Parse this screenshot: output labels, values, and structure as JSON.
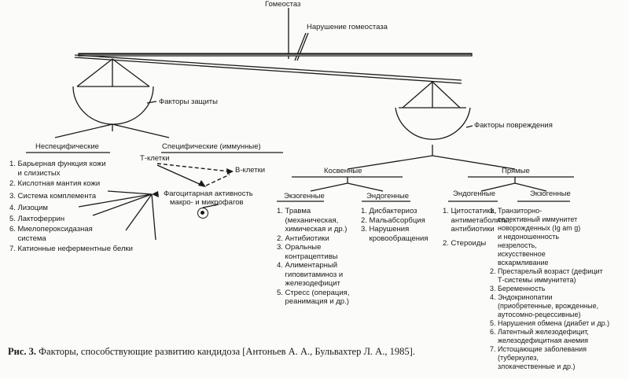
{
  "top": {
    "homeostasis": "Гомеостаз",
    "homeostasis_disruption": "Нарушение гомеостаза"
  },
  "left_pan": {
    "label": "Факторы защиты",
    "nonspecific_header": "Неспецифические",
    "specific_header": "Специфические (иммунные)",
    "nonspecific_items": [
      "1. Барьерная функция кожи\n    и слизистых",
      "2. Кислотная мантия кожи",
      "3. Система комплемента",
      "4. Лизоцим",
      "5. Лактоферрин",
      "6. Миелопероксидазная\n    система",
      "7. Катионные неферментные белки"
    ],
    "t_cells": "Т-клетки",
    "b_cells": "В-клетки",
    "phagocytic_line1": "Фагоцитарная активность",
    "phagocytic_line2": "макро-   и микрофагов"
  },
  "right_pan": {
    "label": "Факторы повреждения",
    "indirect_header": "Косвенные",
    "direct_header": "Прямые",
    "indirect_exogenous_header": "Экзогенные",
    "indirect_endogenous_header": "Эндогенные",
    "direct_endogenous_header": "Эндогенные",
    "direct_exogenous_header": "Экзогенные",
    "indirect_exogenous_items": [
      "1. Травма\n    (механическая,\n    химическая и др.)",
      "2. Антибиотики",
      "3. Оральные\n    контрацептивы",
      "4. Алиментарный\n    гиповитаминоз и\n    железодефицит",
      "5. Стресс (операция,\n    реанимация и др.)"
    ],
    "indirect_endogenous_items": [
      "1. Дисбактериоз",
      "2. Мальабсорбция",
      "3. Нарушения\n    кровообращения"
    ],
    "direct_endogenous_items": [
      "1. Цитостатики,\n    антиметаболиты,\n    антибиотики",
      "2. Стероиды"
    ],
    "direct_exogenous_items": [
      "1. Транзиторно-\n    селективный иммунитет\n    новорожденных (Ig am g)\n    и недоношенность\n    незрелость,\n    искусственное\n    вскармливание",
      "2. Престарелый возраст (дефицит\n    Т-системы иммунитета)",
      "3. Беременность",
      "4. Эндокринопатии\n    (приобретенные, врожденные,\n    аутосомно-рецессивные)",
      "5. Нарушения обмена (диабет и др.)",
      "6. Латентный железодефицит,\n    железодефицитная анемия",
      "7. Истощающие заболевания\n    (туберкулез,\n    злокачественные и др.)"
    ]
  },
  "caption": {
    "label": "Рис. 3.",
    "text": "Факторы, способствующие развитию кандидоза  [Антоньев А. А., Бульвахтер Л. А., 1985]."
  }
}
